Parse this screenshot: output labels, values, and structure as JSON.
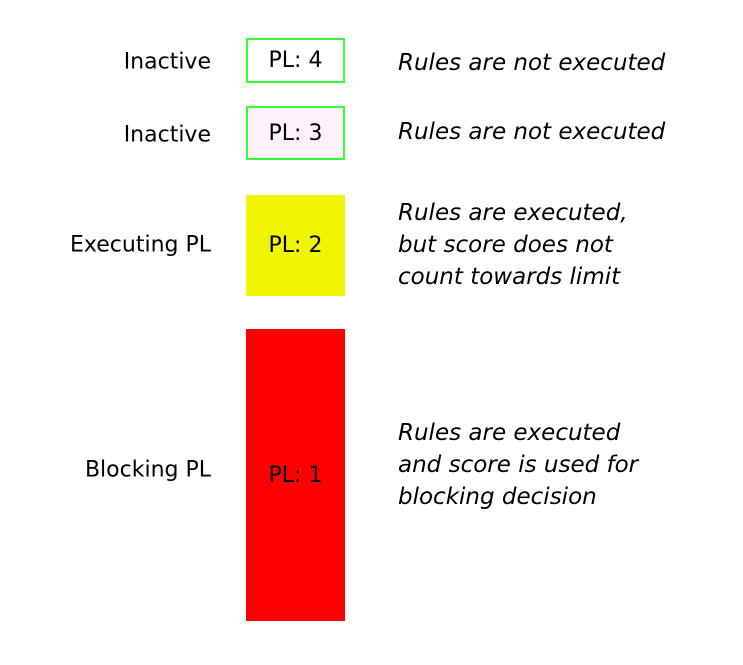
{
  "colors": {
    "canvas_bg": "#ffffff",
    "green_border": "#33ff33",
    "white_fill": "#ffffff",
    "pink_fill": "#fdf2fa",
    "yellow_fill": "#f0f600",
    "red_fill": "#ff0000",
    "text_color": "#000000"
  },
  "rows": [
    {
      "label": "Inactive",
      "box_text": "PL: 4",
      "description": "Rules are not executed"
    },
    {
      "label": "Inactive",
      "box_text": "PL: 3",
      "description": "Rules are not executed"
    },
    {
      "label": "Executing PL",
      "box_text": "PL: 2",
      "description": "Rules are executed,\nbut score does not\ncount towards limit"
    },
    {
      "label": "Blocking PL",
      "box_text": "PL: 1",
      "description": "Rules are executed\nand score is used for\nblocking decision"
    }
  ]
}
